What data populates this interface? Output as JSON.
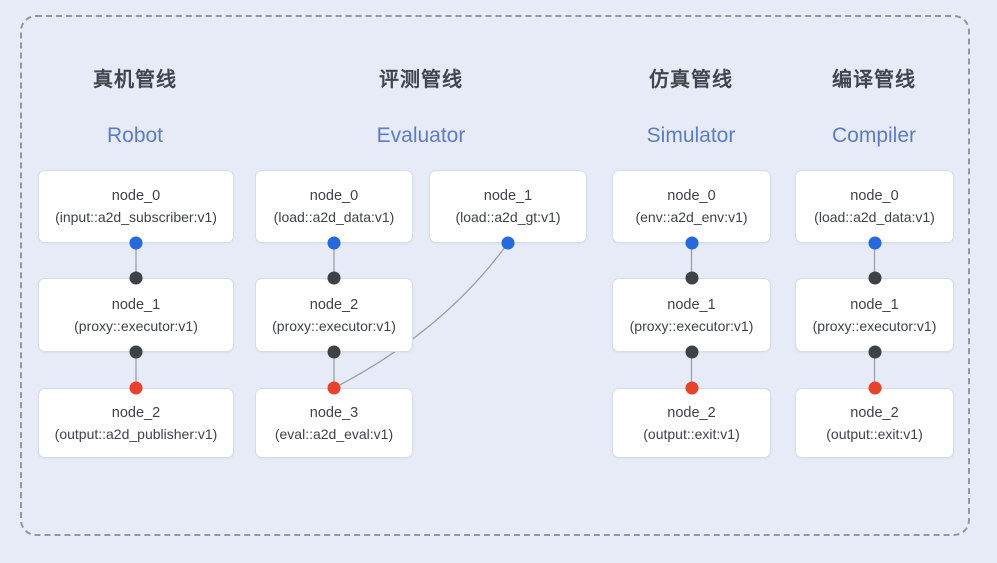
{
  "diagram": {
    "pipelines": [
      {
        "title_zh": "真机管线",
        "title_en": "Robot",
        "nodes": [
          {
            "name": "node_0",
            "type": "(input::a2d_subscriber:v1)"
          },
          {
            "name": "node_1",
            "type": "(proxy::executor:v1)"
          },
          {
            "name": "node_2",
            "type": "(output::a2d_publisher:v1)"
          }
        ]
      },
      {
        "title_zh": "评测管线",
        "title_en": "Evaluator",
        "nodes": [
          {
            "name": "node_0",
            "type": "(load::a2d_data:v1)"
          },
          {
            "name": "node_1",
            "type": "(load::a2d_gt:v1)"
          },
          {
            "name": "node_2",
            "type": "(proxy::executor:v1)"
          },
          {
            "name": "node_3",
            "type": "(eval::a2d_eval:v1)"
          }
        ]
      },
      {
        "title_zh": "仿真管线",
        "title_en": "Simulator",
        "nodes": [
          {
            "name": "node_0",
            "type": "(env::a2d_env:v1)"
          },
          {
            "name": "node_1",
            "type": "(proxy::executor:v1)"
          },
          {
            "name": "node_2",
            "type": "(output::exit:v1)"
          }
        ]
      },
      {
        "title_zh": "编译管线",
        "title_en": "Compiler",
        "nodes": [
          {
            "name": "node_0",
            "type": "(load::a2d_data:v1)"
          },
          {
            "name": "node_1",
            "type": "(proxy::executor:v1)"
          },
          {
            "name": "node_2",
            "type": "(output::exit:v1)"
          }
        ]
      }
    ],
    "colors": {
      "background": "#e7ebf8",
      "frame_dash": "#9298a3",
      "box_border": "#d8dce3",
      "box_fill": "#ffffff",
      "wire": "#98a0ac",
      "title_zh": "#41464e",
      "title_en": "#5b7dc9",
      "node_text": "#3d4249",
      "port_input_blue": "#2469de",
      "port_mid_gray": "#3d4247",
      "port_output_red": "#e8432a"
    }
  }
}
